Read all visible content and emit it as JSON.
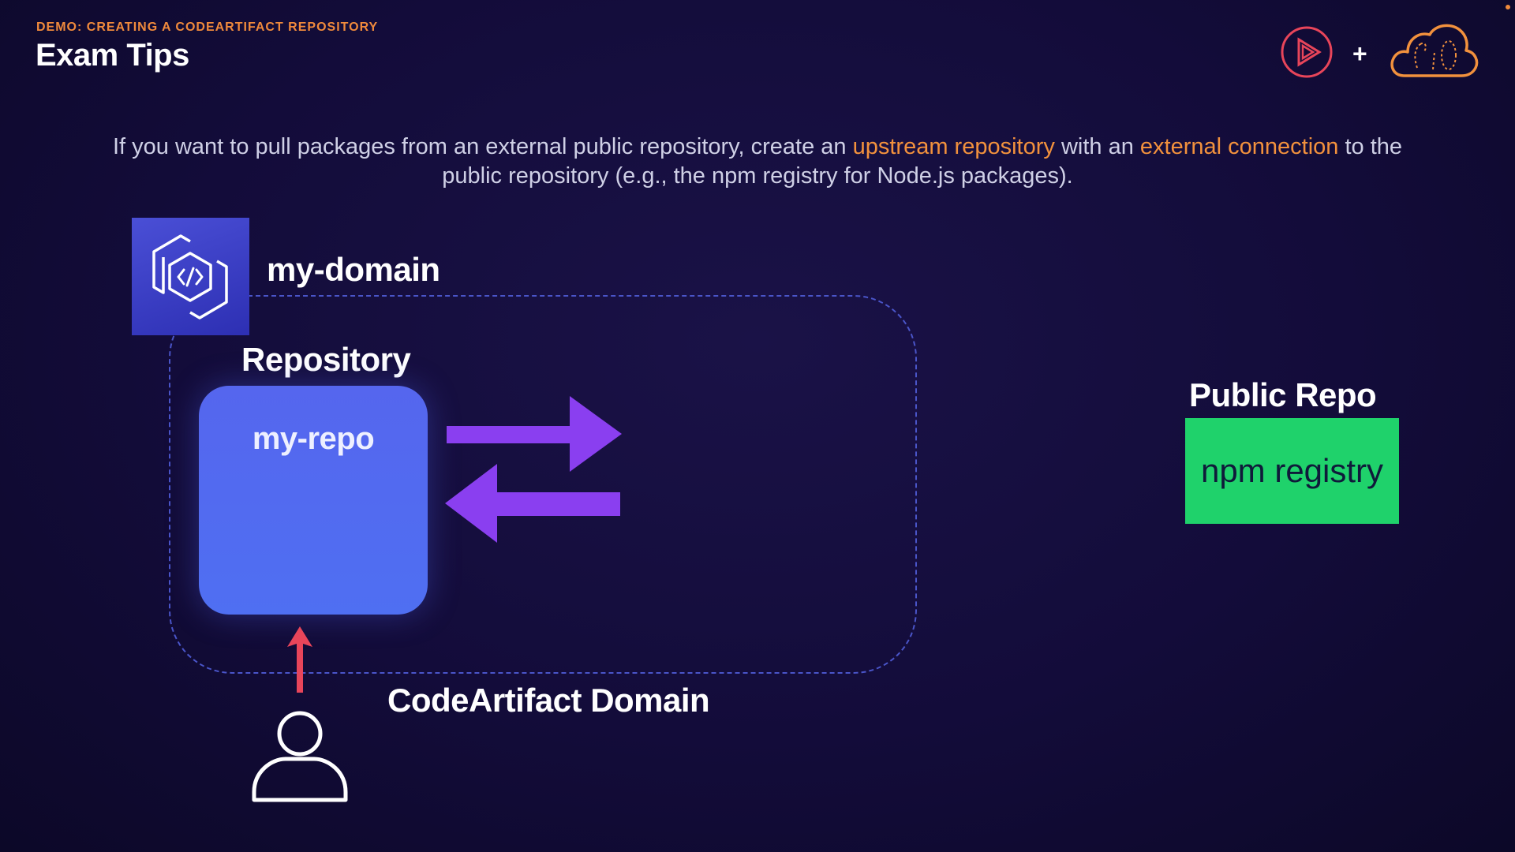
{
  "header": {
    "kicker": "DEMO: CREATING A CODEARTIFACT REPOSITORY",
    "title": "Exam Tips",
    "plus": "+"
  },
  "tip": {
    "part1": "If you want to pull packages from an external public repository, create an ",
    "highlight1": "upstream repository",
    "part2": " with an ",
    "highlight2": "external connection",
    "part3": " to the public repository (e.g., the npm registry for Node.js packages)."
  },
  "diagram": {
    "domain_name": "my-domain",
    "repository_label": "Repository",
    "repo_name": "my-repo",
    "domain_caption": "CodeArtifact Domain",
    "public_repo_label": "Public Repo",
    "public_repo_name": "npm registry"
  },
  "colors": {
    "accent_orange": "#f2913d",
    "arrow_purple": "#8a3ff0",
    "repo_blue": "#5266ee",
    "npm_green": "#1fd26b",
    "red_arrow": "#e8455a"
  },
  "icons": {
    "brand_logo": "pluralsight-play-icon",
    "cloud_logo": "acloud-guru-cloud-icon",
    "domain_icon": "codeartifact-icon",
    "user_icon": "user-icon"
  }
}
